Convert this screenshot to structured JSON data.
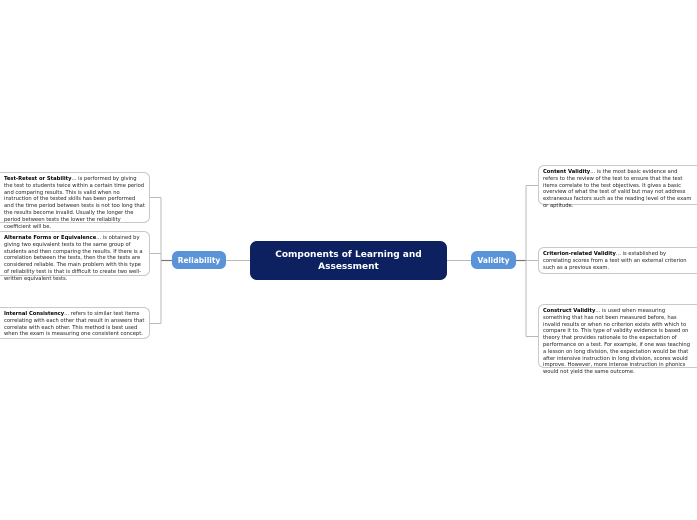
{
  "diagram": {
    "type": "mind-map",
    "background_color": "#ffffff",
    "root": {
      "label": "Components of Learning and Assessment",
      "color": "#0d2060",
      "text_color": "#ffffff"
    },
    "branches": [
      {
        "id": "reliability",
        "label": "Reliability",
        "side": "left",
        "color": "#5b93d8",
        "text_color": "#ffffff"
      },
      {
        "id": "validity",
        "label": "Validity",
        "side": "right",
        "color": "#5b93d8",
        "text_color": "#ffffff"
      }
    ],
    "leaves": {
      "reliability": [
        {
          "id": "test-retest",
          "lead": "Test-Retest or Stability",
          "body": "... is performed by giving the test to students twice within a certain time period and comparing results.  This is valid when no instruction of the tested skills has been performed and the time period between tests is not too long that the results become invalid.  Usually the longer the period between tests the lower the reliability coefficient will be."
        },
        {
          "id": "alternate-forms",
          "lead": "Alternate Forms or Equivalence",
          "body": "... is obtained by giving two equivalent tests to the same group of students and then comparing the results.  If there is a correlation between the tests, then the the tests are considered reliable.  The main problem with this type of reliability test is that is difficult to create two well-written equivalent tests."
        },
        {
          "id": "internal-consistency",
          "lead": "Internal Consistency",
          "body": "... refers to similar test items correlating with each other that result in answers that correlate with each other.  This method is best used when the exam is measuring one consistent concept."
        }
      ],
      "validity": [
        {
          "id": "content-validity",
          "lead": "Content Validity",
          "body": "... is the most basic evidence and refers to the review of the test to ensure that the test items correlate to the test objectives. It gives a basic overview of what the test of valid but may not address extraneous factors such as the reading level of the exam or aptitude."
        },
        {
          "id": "criterion-related-validity",
          "lead": "Criterion-related Validity",
          "body": "... is established by correlating scores from a test with an external criterion such as a previous exam."
        },
        {
          "id": "construct-validity",
          "lead": "Construct Validity",
          "body": "... is used when measuring something that has not been measured before, has invalid results or when no criterion exists with which to compare it to.  This type of validity evidence is based on theory that provides rationale to the expectation of performance on a test.  For example, if one was teaching a lesson on long division, the expectation would be that after intensive instruction in long division, scores would improve.  However, more intense instruction in phonics would not yield the same outcome."
        }
      ]
    }
  }
}
